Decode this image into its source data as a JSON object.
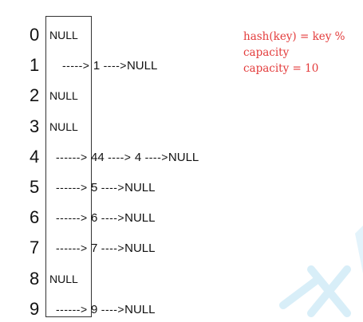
{
  "formula": {
    "line1": "hash(key) = key %",
    "line2": "capacity",
    "line3": "capacity = 10"
  },
  "buckets": [
    {
      "index": "0",
      "empty_label": "NULL",
      "chain": []
    },
    {
      "index": "1",
      "empty_label": "",
      "chain": [
        "1"
      ],
      "tail": "NULL"
    },
    {
      "index": "2",
      "empty_label": "NULL",
      "chain": []
    },
    {
      "index": "3",
      "empty_label": "NULL",
      "chain": []
    },
    {
      "index": "4",
      "empty_label": "",
      "chain": [
        "44",
        "4"
      ],
      "tail": "NULL"
    },
    {
      "index": "5",
      "empty_label": "",
      "chain": [
        "5"
      ],
      "tail": "NULL"
    },
    {
      "index": "6",
      "empty_label": "",
      "chain": [
        "6"
      ],
      "tail": "NULL"
    },
    {
      "index": "7",
      "empty_label": "",
      "chain": [
        "7"
      ],
      "tail": "NULL"
    },
    {
      "index": "8",
      "empty_label": "NULL",
      "chain": []
    },
    {
      "index": "9",
      "empty_label": "",
      "chain": [
        "9"
      ],
      "tail": "NULL"
    }
  ],
  "colors": {
    "formula": "#e33b3b",
    "text": "#111111",
    "watermark": "#d8eef8"
  }
}
